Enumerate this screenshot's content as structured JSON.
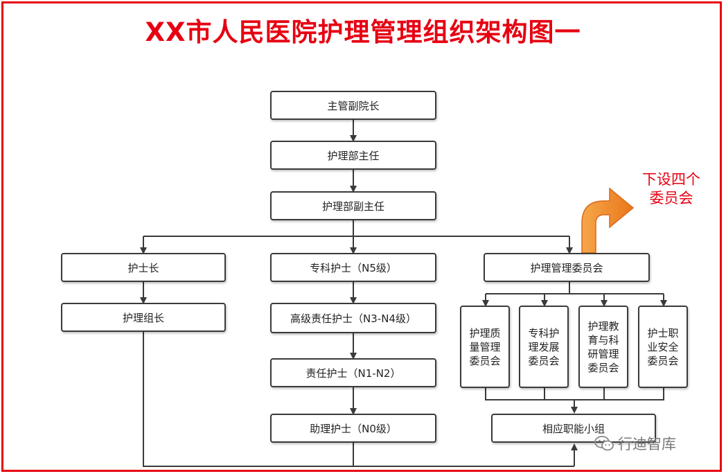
{
  "title": "XX市人民医院护理管理组织架构图一",
  "nodes": {
    "vice_president": "主管副院长",
    "nursing_director": "护理部主任",
    "nursing_deputy_director": "护理部副主任",
    "head_nurse": "护士长",
    "nursing_team_leader": "护理组长",
    "specialist_nurse": "专科护士（N5级）",
    "senior_primary_nurse": "高级责任护士（N3-N4级）",
    "primary_nurse": "责任护士（N1-N2）",
    "assistant_nurse": "助理护士（N0级）",
    "nursing_committee": "护理管理委员会",
    "sub_committees": [
      "护理质量管理委员会",
      "专科护理发展委员会",
      "护理教育与科研管理委员会",
      "护士职业安全委员会"
    ],
    "working_groups": "相应职能小组"
  },
  "annotation": {
    "line1": "下设四个",
    "line2": "委员会"
  },
  "watermark": "行迪智库",
  "colors": {
    "accent": "#e60012",
    "arrow_orange": "#f08a24",
    "line": "#3a3a3a"
  }
}
